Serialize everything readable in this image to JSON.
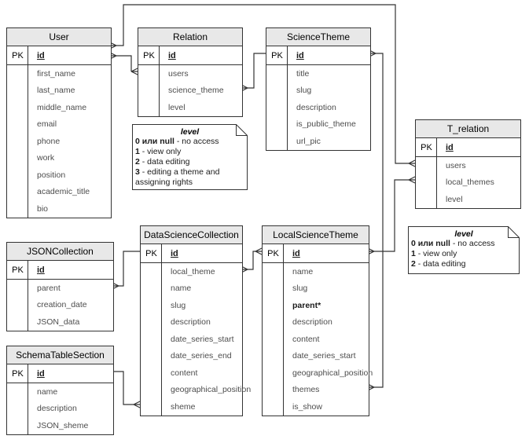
{
  "tables": {
    "user": {
      "title": "User",
      "pk_label": "PK",
      "pk_field": "id",
      "fields": [
        {
          "label": "first_name"
        },
        {
          "label": "last_name"
        },
        {
          "label": "middle_name"
        },
        {
          "label": "email"
        },
        {
          "label": "phone"
        },
        {
          "label": "work"
        },
        {
          "label": "position"
        },
        {
          "label": "academic_title"
        },
        {
          "label": "bio"
        }
      ]
    },
    "relation": {
      "title": "Relation",
      "pk_label": "PK",
      "pk_field": "id",
      "fields": [
        {
          "label": "users"
        },
        {
          "label": "science_theme"
        },
        {
          "label": "level"
        }
      ]
    },
    "science_theme": {
      "title": "ScienceTheme",
      "pk_label": "PK",
      "pk_field": "id",
      "fields": [
        {
          "label": "title"
        },
        {
          "label": "slug"
        },
        {
          "label": "description"
        },
        {
          "label": "is_public_theme"
        },
        {
          "label": "url_pic"
        }
      ]
    },
    "t_relation": {
      "title": "T_relation",
      "pk_label": "PK",
      "pk_field": "id",
      "fields": [
        {
          "label": "users"
        },
        {
          "label": "local_themes"
        },
        {
          "label": "level"
        }
      ]
    },
    "json_collection": {
      "title": "JSONCollection",
      "pk_label": "PK",
      "pk_field": "id",
      "fields": [
        {
          "label": "parent"
        },
        {
          "label": "creation_date"
        },
        {
          "label": "JSON_data"
        }
      ]
    },
    "schema_table_section": {
      "title": "SchemaTableSection",
      "pk_label": "PK",
      "pk_field": "id",
      "fields": [
        {
          "label": "name"
        },
        {
          "label": "description"
        },
        {
          "label": "JSON_sheme"
        }
      ]
    },
    "data_science_collection": {
      "title": "DataScienceCollection",
      "pk_label": "PK",
      "pk_field": "id",
      "fields": [
        {
          "label": "local_theme"
        },
        {
          "label": "name"
        },
        {
          "label": "slug"
        },
        {
          "label": "description"
        },
        {
          "label": "date_series_start"
        },
        {
          "label": "date_series_end"
        },
        {
          "label": "content"
        },
        {
          "label": "geographical_position"
        },
        {
          "label": "sheme"
        }
      ]
    },
    "local_science_theme": {
      "title": "LocalScienceTheme",
      "pk_label": "PK",
      "pk_field": "id",
      "fields": [
        {
          "label": "name"
        },
        {
          "label": "slug"
        },
        {
          "label": "parent*",
          "bold": true
        },
        {
          "label": "description"
        },
        {
          "label": "content"
        },
        {
          "label": "date_series_start"
        },
        {
          "label": "geographical_position"
        },
        {
          "label": "themes"
        },
        {
          "label": "is_show"
        }
      ]
    }
  },
  "notes": {
    "relation_level": {
      "title": "level",
      "lines": [
        {
          "b": "0 или null",
          "t": " - no access"
        },
        {
          "b": "1",
          "t": " - view only"
        },
        {
          "b": "2",
          "t": " - data editing"
        },
        {
          "b": "3",
          "t": " - editing a theme and assigning rights"
        }
      ]
    },
    "t_relation_level": {
      "title": "level",
      "lines": [
        {
          "b": "0 или null",
          "t": " - no access"
        },
        {
          "b": "1",
          "t": " - view only"
        },
        {
          "b": "2",
          "t": " - data editing"
        }
      ]
    }
  },
  "relationships": [
    {
      "from": "User.id",
      "to": "T_relation.users"
    },
    {
      "from": "User.id",
      "to": "Relation.users"
    },
    {
      "from": "Relation.science_theme",
      "to": "ScienceTheme.id"
    },
    {
      "from": "ScienceTheme.id",
      "to": "LocalScienceTheme.themes"
    },
    {
      "from": "DataScienceCollection.local_theme",
      "to": "LocalScienceTheme.id"
    },
    {
      "from": "LocalScienceTheme.id",
      "to": "T_relation.local_themes"
    },
    {
      "from": "JSONCollection.parent",
      "to": "DataScienceCollection.id"
    },
    {
      "from": "SchemaTableSection.id",
      "to": "DataScienceCollection.sheme"
    }
  ],
  "colors": {
    "header_bg": "#e8e8e8",
    "line": "#333333",
    "field_text": "#4d4d4d",
    "background": "#ffffff"
  }
}
